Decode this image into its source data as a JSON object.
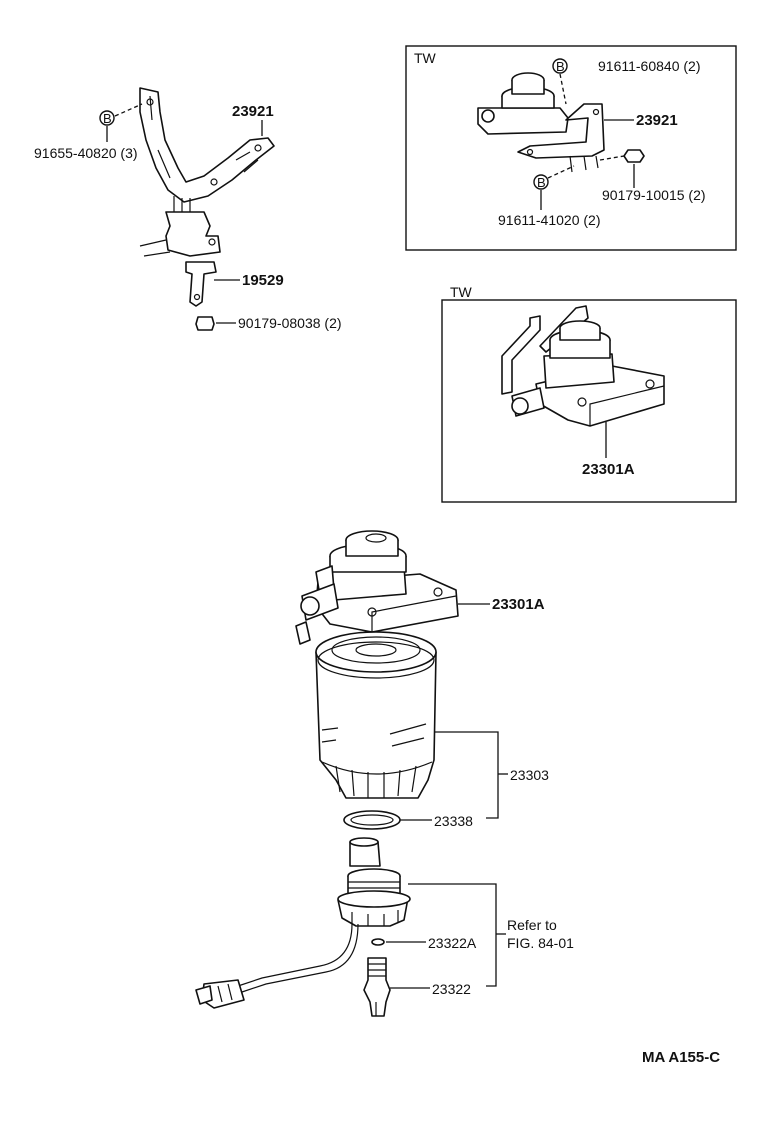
{
  "figure_code": "MA A155-C",
  "insets": {
    "bracket_tw_label": "TW",
    "filter_tw_label": "TW"
  },
  "callouts": {
    "bolt_left": "91655-40820 (3)",
    "bracket_left": "23921",
    "bracket_support": "19529",
    "nut_left": "90179-08038 (2)",
    "bolt_tw_top": "91611-60840 (2)",
    "bracket_tw": "23921",
    "nut_tw": "90179-10015 (2)",
    "bolt_tw_bottom": "91611-41020 (2)",
    "filter_head_tw": "23301A",
    "filter_head": "23301A",
    "filter_element": "23303",
    "gasket": "23338",
    "ring": "23322A",
    "sensor": "23322",
    "refer_line1": "Refer to",
    "refer_line2": "FIG. 84-01"
  },
  "markers": {
    "bolt_symbol": "B"
  }
}
